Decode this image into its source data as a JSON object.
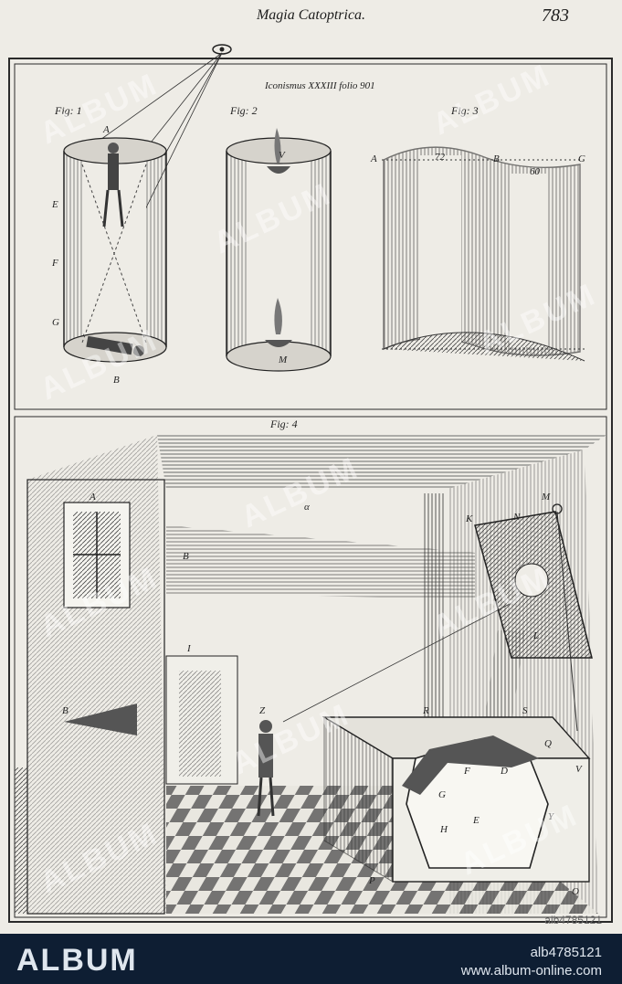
{
  "header": {
    "running_head": "Magia Catoptrica.",
    "page_number": "783"
  },
  "plate": {
    "caption": "Iconismus XXXIII folio 901",
    "figures": {
      "fig1": "Fig: 1",
      "fig2": "Fig: 2",
      "fig3": "Fig: 3",
      "fig4": "Fig: 4"
    },
    "labels": {
      "f1_A": "A",
      "f1_E": "E",
      "f1_F": "F",
      "f1_G": "G",
      "f1_B": "B",
      "f2_V": "V",
      "f2_M": "M",
      "f3_A": "A",
      "f3_72": "72",
      "f3_B": "B",
      "f3_60": "60",
      "f3_C": "C",
      "f4_A": "A",
      "f4_B": "B",
      "f4_B2": "B",
      "f4_I": "I",
      "f4_Z": "Z",
      "f4_alpha": "α",
      "f4_K": "K",
      "f4_M": "M",
      "f4_N": "N",
      "f4_L": "L",
      "f4_R": "R",
      "f4_S": "S",
      "f4_Q": "Q",
      "f4_V": "V",
      "f4_F": "F",
      "f4_D": "D",
      "f4_G": "G",
      "f4_E": "E",
      "f4_H": "H",
      "f4_Y": "Y",
      "f4_P": "P",
      "f4_O": "O"
    }
  },
  "watermark": {
    "text": "ALBUM"
  },
  "stamp": {
    "id": "alb4785121"
  },
  "footer": {
    "brand": "ALBUM",
    "image_id": "alb4785121",
    "url": "www.album-online.com"
  },
  "colors": {
    "paper": "#eeece6",
    "ink": "#1d1d1d",
    "footer_bg": "#0e1e33",
    "footer_text": "#dfe6ee"
  }
}
